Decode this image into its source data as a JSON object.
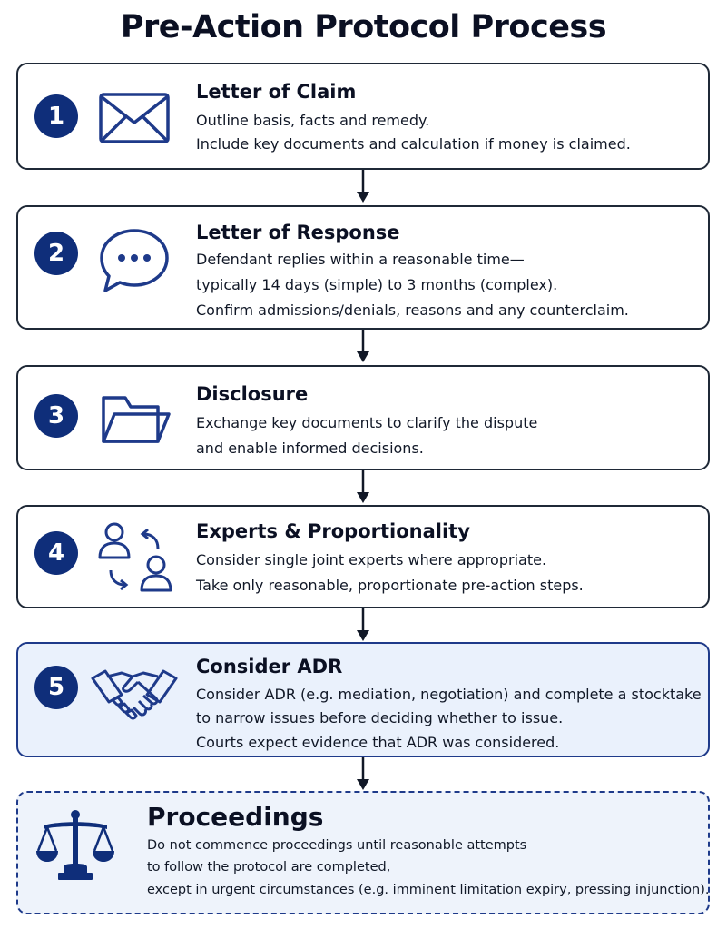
{
  "title": "Pre-Action Protocol Process",
  "steps": [
    {
      "number": "1",
      "title": "Letter of Claim",
      "icon": "envelope-icon",
      "lines": [
        "Outline basis, facts and remedy.",
        "Include key documents and calculation if money is claimed."
      ]
    },
    {
      "number": "2",
      "title": "Letter of Response",
      "icon": "speech-bubble-icon",
      "lines": [
        "Defendant replies within a reasonable time—",
        "typically 14 days (simple) to 3 months (complex).",
        "Confirm admissions/denials, reasons and any counterclaim."
      ]
    },
    {
      "number": "3",
      "title": "Disclosure",
      "icon": "folder-icon",
      "lines": [
        "Exchange key documents to clarify the dispute",
        "and enable informed decisions."
      ]
    },
    {
      "number": "4",
      "title": "Experts & Proportionality",
      "icon": "people-exchange-icon",
      "lines": [
        "Consider single joint experts where appropriate.",
        "Take only reasonable, proportionate pre-action steps."
      ]
    },
    {
      "number": "5",
      "title": "Consider ADR",
      "icon": "handshake-icon",
      "lines": [
        "Consider ADR (e.g. mediation, negotiation) and complete a stocktake",
        "to narrow issues before deciding whether to issue.",
        "Courts expect evidence that ADR was considered."
      ]
    }
  ],
  "final": {
    "title": "Proceedings",
    "icon": "scales-of-justice-icon",
    "lines": [
      "Do not commence proceedings until reasonable attempts",
      "to follow the protocol are completed,",
      "except in urgent circumstances (e.g. imminent limitation expiry, pressing injunction)."
    ]
  },
  "colors": {
    "accent": "#0f2e7a",
    "icon_stroke": "#1e3a8a",
    "highlight_fill": "#eaf1fc",
    "border": "#1f2937"
  }
}
